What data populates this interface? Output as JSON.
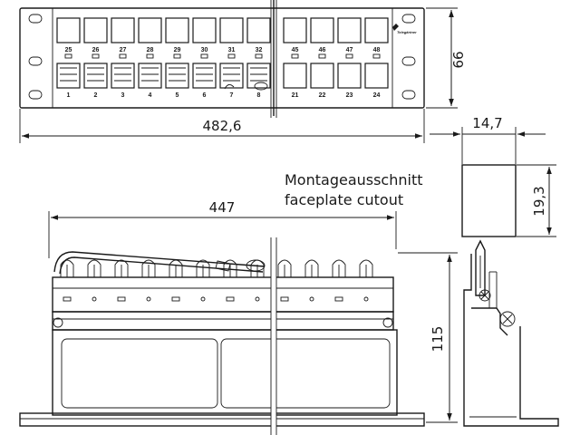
{
  "front_view": {
    "top_ports": [
      "25",
      "26",
      "27",
      "28",
      "29",
      "30",
      "31",
      "32",
      "45",
      "46",
      "47",
      "48"
    ],
    "bottom_ports": [
      "1",
      "2",
      "3",
      "4",
      "5",
      "6",
      "7",
      "8",
      "21",
      "22",
      "23",
      "24"
    ],
    "brand": "Telegärtner",
    "width_dim": "482,6",
    "height_dim": "66"
  },
  "side_cutout": {
    "depth_dim": "14,7",
    "height_dim": "19,3"
  },
  "cutout_note": {
    "line1": "Montageausschnitt",
    "line2": "faceplate cutout"
  },
  "top_view": {
    "width_dim": "447",
    "depth_dim": "115"
  }
}
